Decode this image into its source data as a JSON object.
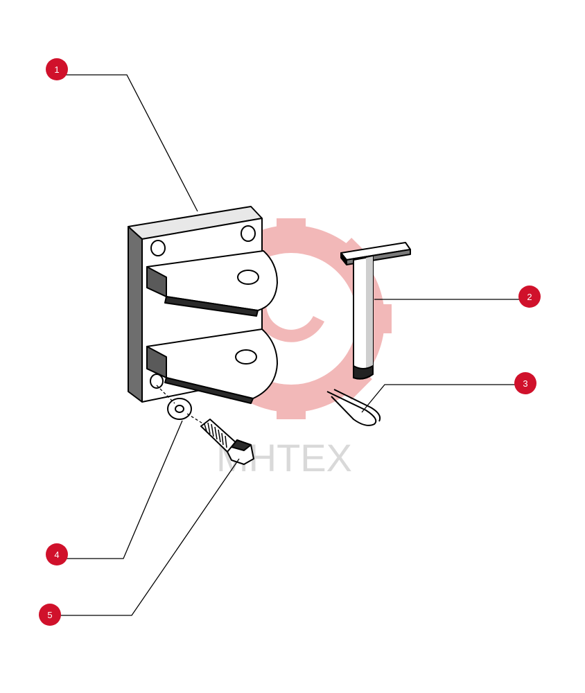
{
  "watermark": {
    "text": "MHTEX",
    "gear_color": "#f2b8b8",
    "text_color": "#d9d9d9"
  },
  "colors": {
    "callout": "#d0112b",
    "line": "#000000"
  },
  "callouts": [
    {
      "id": 1,
      "label": "1",
      "part": "bracket"
    },
    {
      "id": 2,
      "label": "2",
      "part": "pin"
    },
    {
      "id": 3,
      "label": "3",
      "part": "clip"
    },
    {
      "id": 4,
      "label": "4",
      "part": "washer"
    },
    {
      "id": 5,
      "label": "5",
      "part": "bolt"
    }
  ]
}
